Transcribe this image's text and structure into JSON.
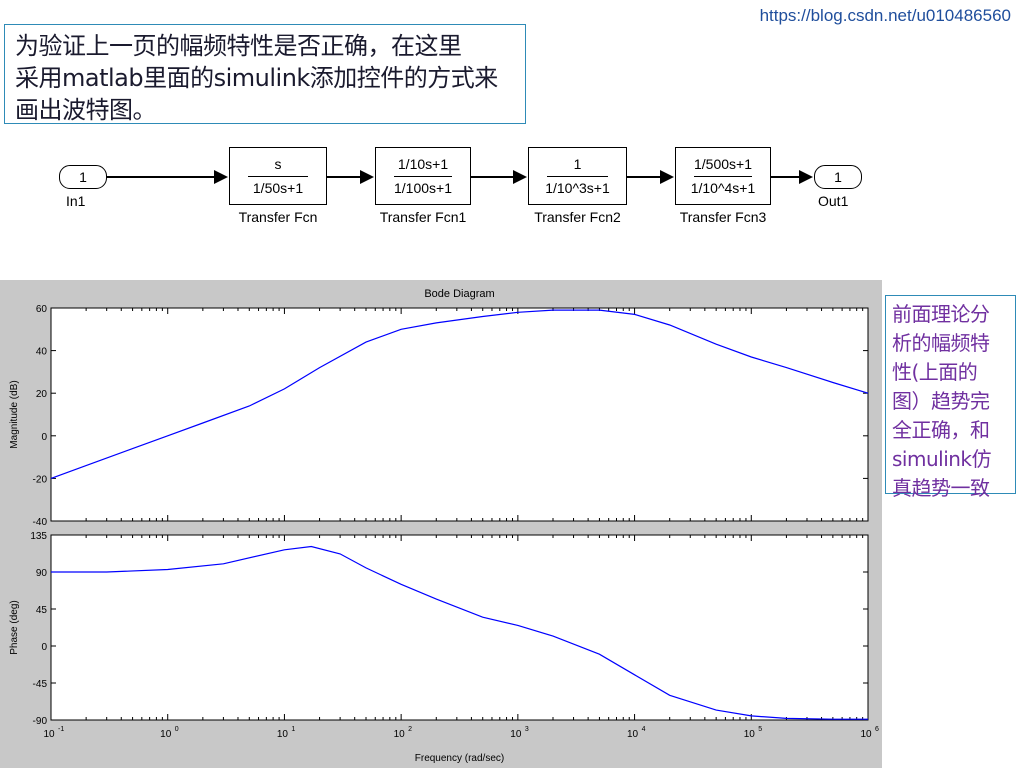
{
  "watermark_url": "https://blog.csdn.net/u010486560",
  "top_note": {
    "lines": [
      "为验证上一页的幅频特性是否正确，在这里",
      "采用matlab里面的simulink添加控件的方式来",
      "画出波特图。"
    ]
  },
  "side_note": {
    "lines": [
      "前面理论分",
      "析的幅频特",
      "性(上面的",
      "图）趋势完",
      "全正确，和",
      "simulink仿",
      "真趋势一致"
    ]
  },
  "simulink": {
    "in_port": {
      "value": "1",
      "label": "In1"
    },
    "out_port": {
      "value": "1",
      "label": "Out1"
    },
    "blocks": [
      {
        "num": "s",
        "den": "1/50s+1",
        "label": "Transfer Fcn"
      },
      {
        "num": "1/10s+1",
        "den": "1/100s+1",
        "label": "Transfer Fcn1"
      },
      {
        "num": "1",
        "den": "1/10^3s+1",
        "label": "Transfer Fcn2"
      },
      {
        "num": "1/500s+1",
        "den": "1/10^4s+1",
        "label": "Transfer Fcn3"
      }
    ]
  },
  "chart_data": [
    {
      "type": "line",
      "title": "Bode Diagram",
      "ylabel": "Magnitude (dB)",
      "xlabel": "",
      "xscale": "log",
      "xlim": [
        0.1,
        1000000
      ],
      "ylim": [
        -40,
        60
      ],
      "yticks": [
        "60",
        "40",
        "20",
        "0",
        "-20",
        "-40"
      ],
      "line_color": "#0000ff",
      "grid": false,
      "x": [
        0.1,
        0.2,
        0.5,
        1,
        2,
        5,
        10,
        20,
        50,
        100,
        200,
        500,
        1000,
        2000,
        5000,
        10000,
        20000,
        50000,
        100000,
        200000,
        500000,
        1000000
      ],
      "y": [
        -20,
        -14,
        -6,
        0,
        6,
        14,
        22,
        32,
        44,
        50,
        53,
        56,
        58,
        59,
        59,
        57,
        52,
        43,
        37,
        32,
        25,
        20
      ]
    },
    {
      "type": "line",
      "title": "",
      "ylabel": "Phase (deg)",
      "xlabel": "Frequency  (rad/sec)",
      "xscale": "log",
      "xlim": [
        0.1,
        1000000
      ],
      "ylim": [
        -90,
        135
      ],
      "yticks": [
        "135",
        "90",
        "45",
        "0",
        "-45",
        "-90"
      ],
      "xticks": [
        "10",
        "10",
        "10",
        "10",
        "10",
        "10",
        "10",
        "10"
      ],
      "xtick_exponents": [
        "-1",
        "0",
        "1",
        "2",
        "3",
        "4",
        "5",
        "6"
      ],
      "line_color": "#0000ff",
      "grid": false,
      "x": [
        0.1,
        0.3,
        1,
        3,
        10,
        17,
        30,
        50,
        100,
        200,
        500,
        1000,
        2000,
        5000,
        10000,
        20000,
        50000,
        100000,
        200000,
        500000,
        1000000
      ],
      "y": [
        90,
        90,
        93,
        100,
        117,
        121,
        112,
        95,
        75,
        57,
        35,
        25,
        12,
        -10,
        -35,
        -60,
        -78,
        -85,
        -88,
        -89,
        -89
      ]
    }
  ]
}
